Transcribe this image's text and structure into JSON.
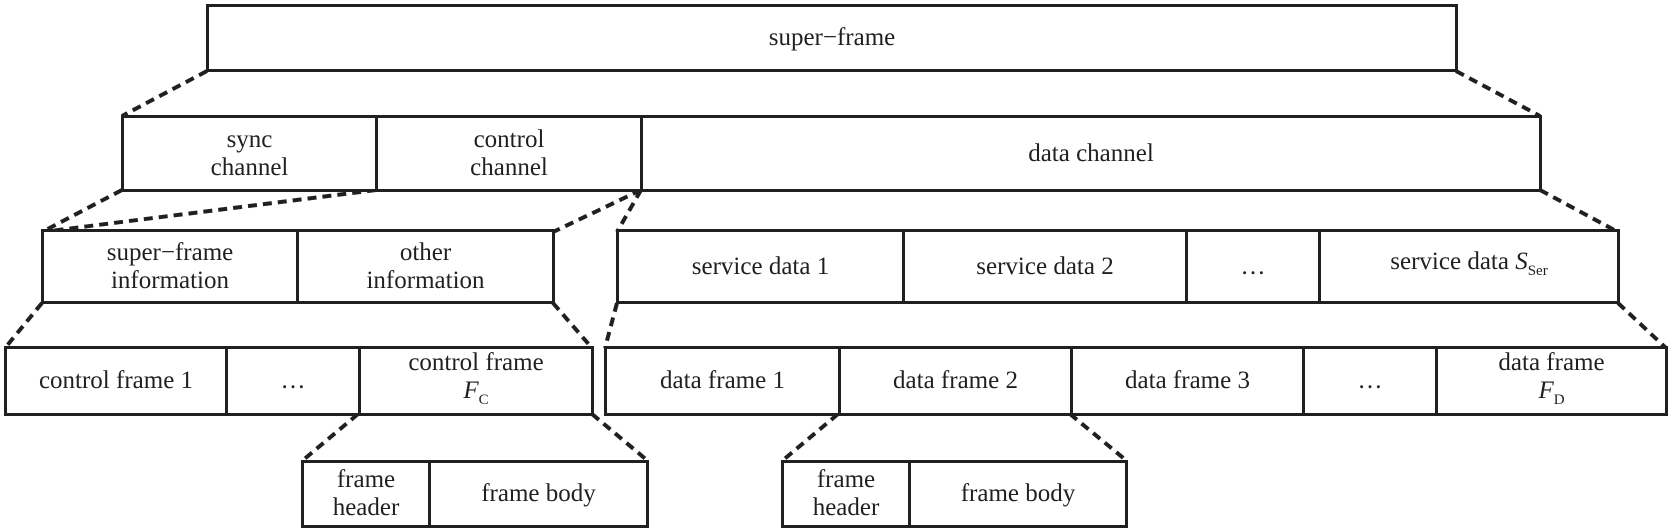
{
  "diagram": {
    "super_frame": "super−frame",
    "sync_channel": "sync\nchannel",
    "control_channel": "control\nchannel",
    "data_channel": "data channel",
    "superframe_information": "super−frame\ninformation",
    "other_information": "other\ninformation",
    "service_data_1": "service data 1",
    "service_data_2": "service data 2",
    "service_ellipsis": "…",
    "service_data_n": {
      "text": "service data ",
      "var": "S",
      "sub": "Ser"
    },
    "control_frame_1": "control frame 1",
    "control_ellipsis": "…",
    "control_frame_n": {
      "text": "control frame",
      "var": "F",
      "sub": "C"
    },
    "data_frame_1": "data frame 1",
    "data_frame_2": "data frame 2",
    "data_frame_3": "data frame 3",
    "data_ellipsis": "…",
    "data_frame_n": {
      "text": "data frame",
      "var": "F",
      "sub": "D"
    },
    "control_frame_header": "frame\nheader",
    "control_frame_body": "frame body",
    "data_frame_header": "frame\nheader",
    "data_frame_body": "frame body"
  },
  "colors": {
    "stroke": "#231f20",
    "background": "#ffffff"
  }
}
